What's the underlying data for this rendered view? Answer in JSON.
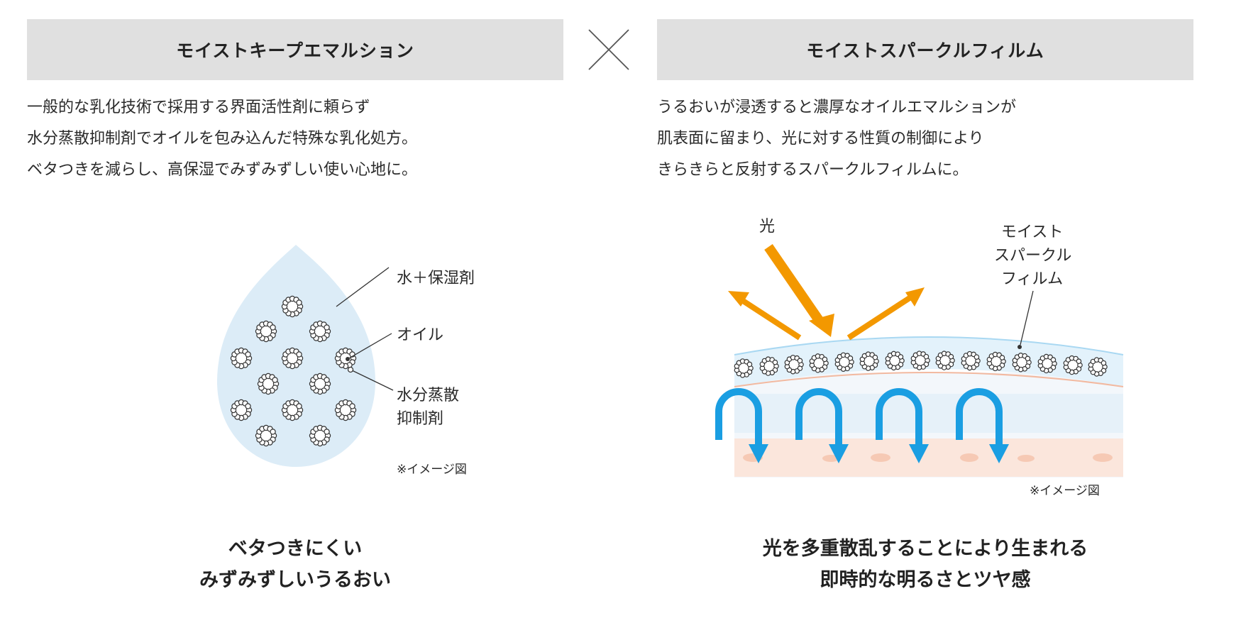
{
  "left": {
    "title": "モイストキープエマルション",
    "description": [
      "一般的な乳化技術で採用する界面活性剤に頼らず",
      "水分蒸散抑制剤でオイルを包み込んだ特殊な乳化処方。",
      "ベタつきを減らし、高保湿でみずみずしい使い心地に。"
    ],
    "labels": {
      "water": "水＋保湿剤",
      "oil": "オイル",
      "inhibitor_line1": "水分蒸散",
      "inhibitor_line2": "抑制剤",
      "note": "※イメージ図"
    },
    "caption": [
      "ベタつきにくい",
      "みずみずしいうるおい"
    ]
  },
  "separator_icon": "cross-icon",
  "right": {
    "title": "モイストスパークルフィルム",
    "description": [
      "うるおいが浸透すると濃厚なオイルエマルションが",
      "肌表面に留まり、光に対する性質の制御により",
      "きらきらと反射するスパークルフィルムに。"
    ],
    "labels": {
      "light": "光",
      "film_line1": "モイスト",
      "film_line2": "スパークル",
      "film_line3": "フィルム",
      "note": "※イメージ図"
    },
    "caption": [
      "光を多重散乱することにより生まれる",
      "即時的な明るさとツヤ感"
    ]
  },
  "colors": {
    "header_bg": "#e0e0e0",
    "drop_fill": "#dcecf7",
    "light_arrow": "#f39800",
    "penetration_arrow": "#1a9ee2",
    "skin_pink": "#fbe0d3",
    "film_blue": "#d8eefa"
  }
}
